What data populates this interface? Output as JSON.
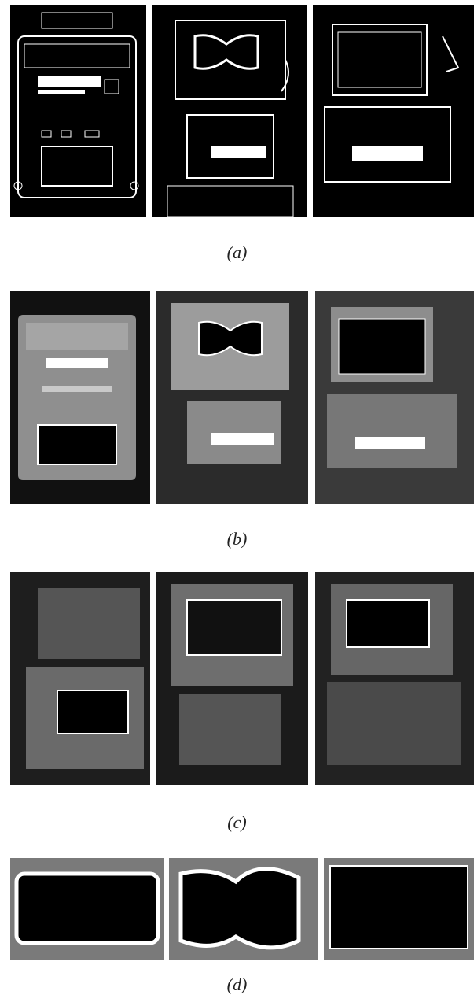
{
  "figure": {
    "rows": [
      {
        "id": "a",
        "caption": "(a)",
        "panels": 3
      },
      {
        "id": "b",
        "caption": "(b)",
        "panels": 3
      },
      {
        "id": "c",
        "caption": "(c)",
        "panels": 3
      },
      {
        "id": "d",
        "caption": "(d)",
        "panels": 3
      }
    ]
  },
  "colors": {
    "binary_dark": "#000000",
    "binary_light": "#ffffff",
    "gray_mid": "#7a7a7a",
    "gray_light": "#bdbdbd",
    "photo_dark": "#1e1e1e",
    "highlight_box": "#ffffff"
  }
}
